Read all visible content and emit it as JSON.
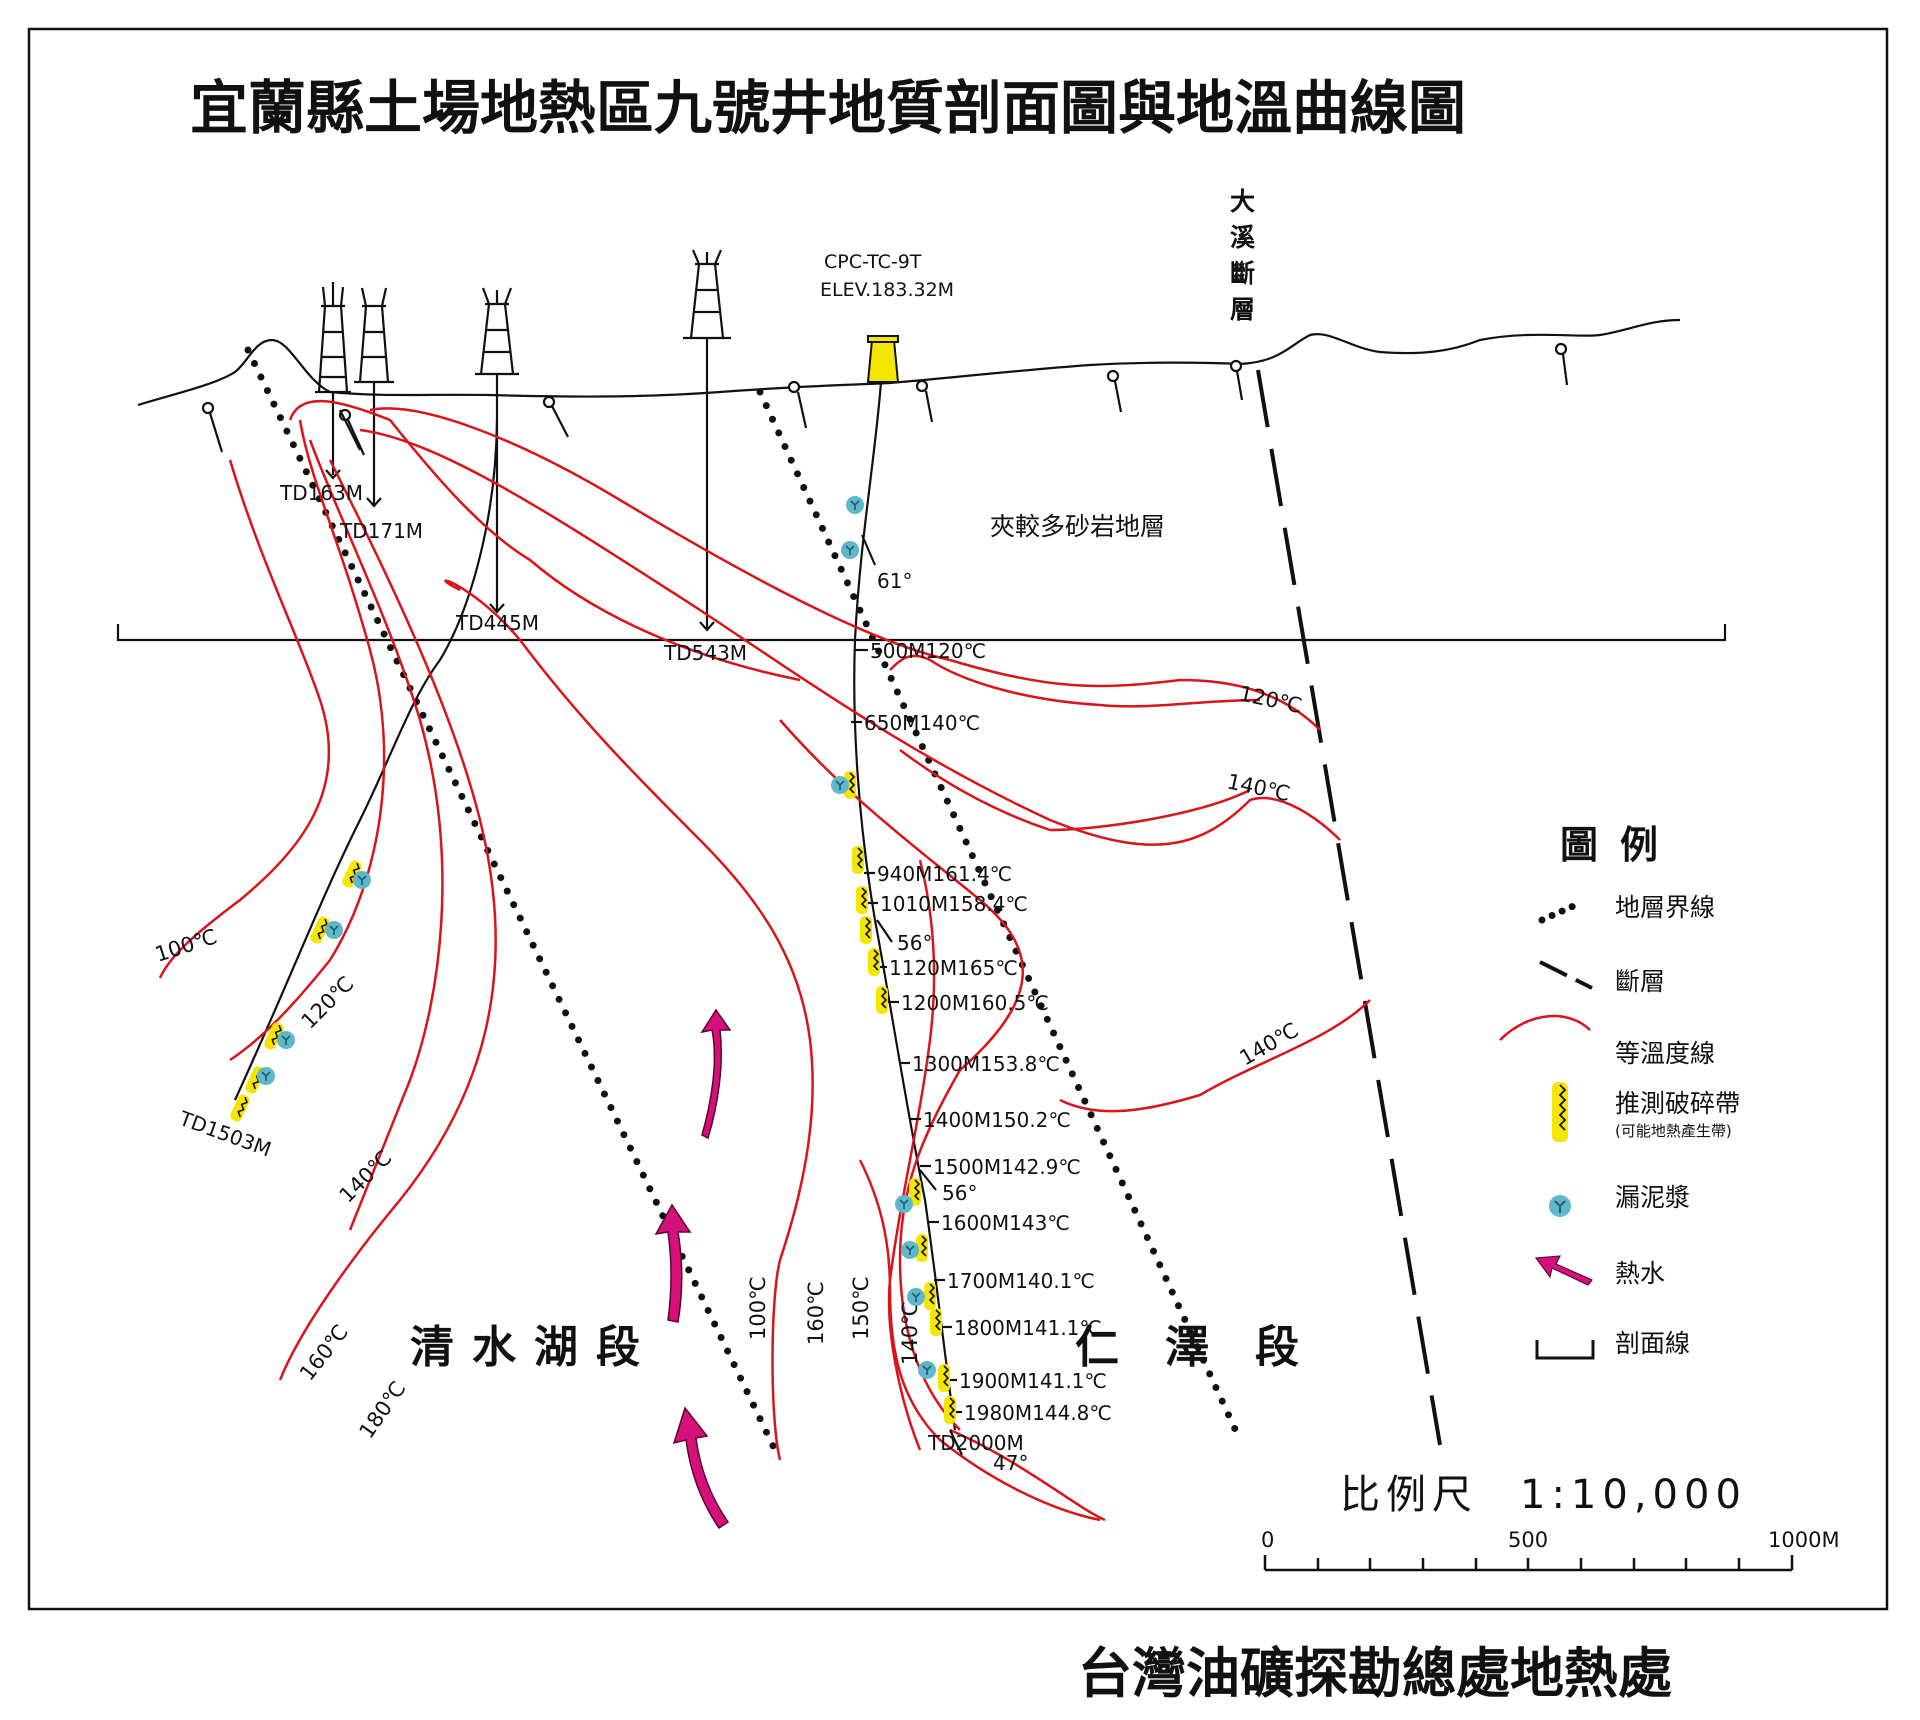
{
  "title": "宜蘭縣土場地熱區九號井地質剖面圖與地溫曲線圖",
  "footer": "台灣油礦探勘總處地熱處",
  "main_well": {
    "name": "CPC-TC-9T",
    "elevation": "ELEV.183.32M"
  },
  "fault_label": [
    "大",
    "溪",
    "斷",
    "層"
  ],
  "formation_upper": "夾較多砂岩地層",
  "formation_left": "清水湖段",
  "formation_right": [
    "仁",
    "澤",
    "段"
  ],
  "well_depths": {
    "w1": "TD163M",
    "w2": "TD171M",
    "w3": "TD445M",
    "w4": "TD543M",
    "w5": "TD1503M",
    "w6": "TD2000M"
  },
  "dips": {
    "d1": "61°",
    "d2": "56°",
    "d3": "56°",
    "d4": "47°"
  },
  "temperature_readings": [
    "500M120℃",
    "650M140℃",
    "940M161.4℃",
    "1010M158.4℃",
    "1120M165℃",
    "1200M160.5℃",
    "1300M153.8℃",
    "1400M150.2℃",
    "1500M142.9℃",
    "1600M143℃",
    "1700M140.1℃",
    "1800M141.1℃",
    "1900M141.1℃",
    "1980M144.8℃"
  ],
  "isotherm_labels": {
    "a": "100℃",
    "b": "120℃",
    "c": "140℃",
    "d": "160℃",
    "e": "180℃",
    "f": "100℃",
    "g": "160℃",
    "h": "150℃",
    "i": "140℃",
    "j": "120℃",
    "k": "140℃",
    "l": "140℃"
  },
  "legend": {
    "title": "圖例",
    "items": {
      "boundary": "地層界線",
      "fault": "斷層",
      "isotherm": "等溫度線",
      "fracture": "推測破碎帶",
      "fracture_note": "(可能地熱產生帶)",
      "mud_loss": "漏泥漿",
      "hot_water": "熱水",
      "section": "剖面線"
    }
  },
  "scale": {
    "label": "比例尺",
    "ratio": "1:10,000",
    "ticks": [
      "0",
      "500",
      "1000M"
    ]
  },
  "colors": {
    "isotherm": "#d9141b",
    "hot_water_arrow": "#d6107a",
    "fracture_zone": "#f5e600",
    "mud_loss_icon": "#5fb7c9",
    "lines": "#111111"
  }
}
